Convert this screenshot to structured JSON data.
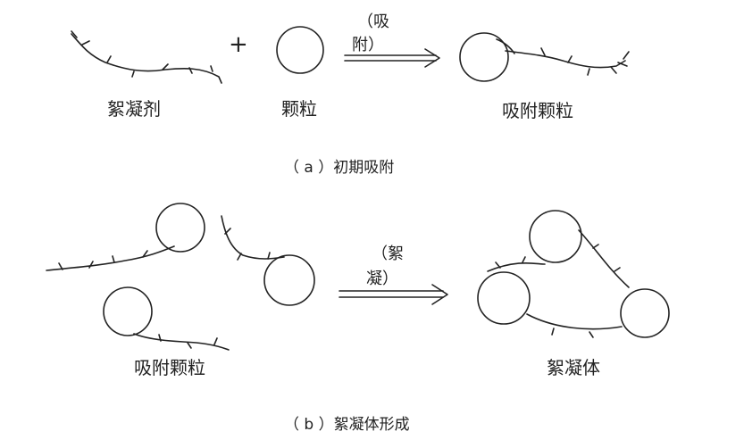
{
  "panel_a": {
    "flocculant_label": "絮凝剂",
    "plus_sign": "+",
    "particle_label": "颗粒",
    "arrow_label_line1": "（吸",
    "arrow_label_line2": "附）",
    "result_label": "吸附颗粒",
    "caption": "（ a ）初期吸附"
  },
  "panel_b": {
    "input_label": "吸附颗粒",
    "arrow_label_line1": "（絮",
    "arrow_label_line2": "凝）",
    "result_label": "絮凝体",
    "caption": "（ b ）絮凝体形成"
  }
}
